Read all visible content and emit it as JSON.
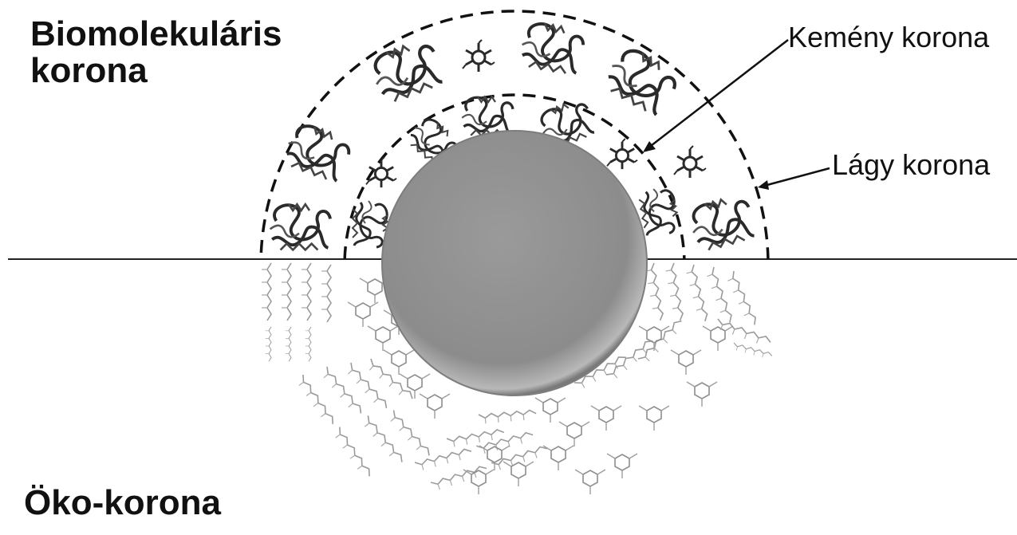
{
  "labels": {
    "biomolecular_corona_line1": "Biomolekuláris",
    "biomolecular_corona_line2": "korona",
    "hard_corona": "Kemény korona",
    "soft_corona": "Lágy korona",
    "eco_corona": "Öko-korona"
  },
  "colors": {
    "nanoparticle": "#8f8f8f",
    "protein_ribbon": "#2a2a2a",
    "dashed_ring": "#111111",
    "interface_line": "#222222",
    "molecule_lines": "#9a9a9a",
    "text": "#111111"
  },
  "icons": {
    "nanoparticle": "sphere",
    "protein": "ribbon-protein-icon",
    "glycan": "star-molecule-icon",
    "eco_molecule": "chemical-structure-icon"
  }
}
